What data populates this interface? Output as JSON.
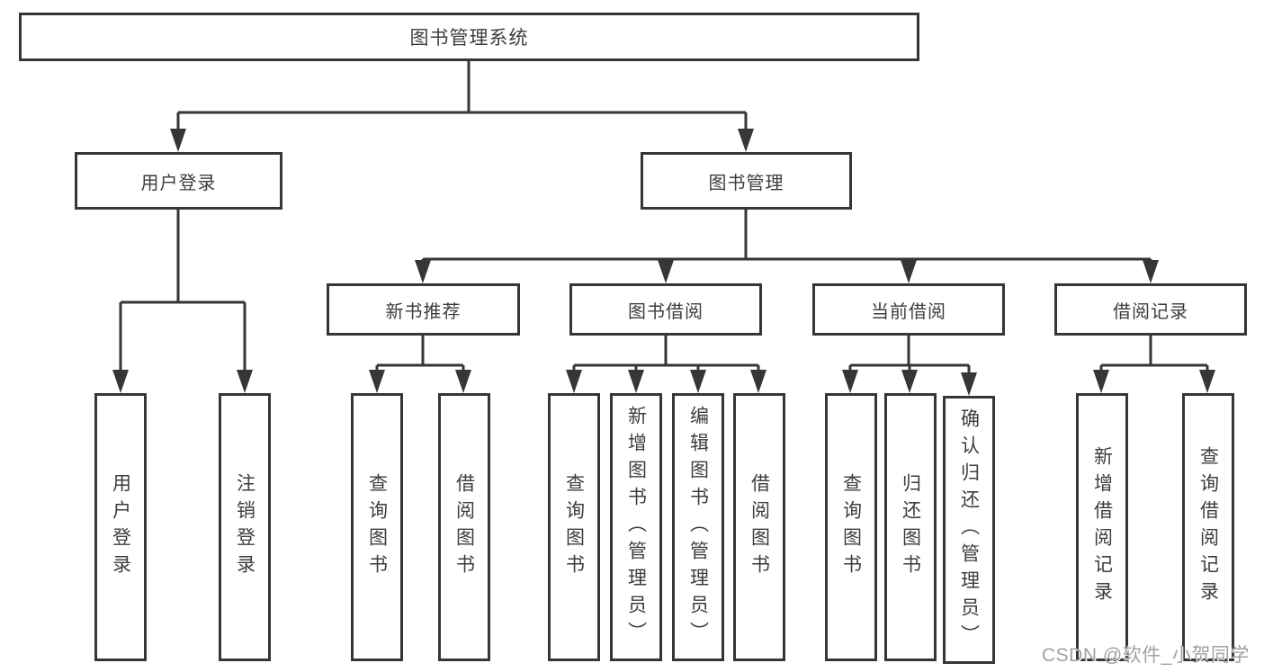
{
  "nodes": {
    "root": {
      "label": "图书管理系统",
      "children": [
        "user_login",
        "book_mgmt"
      ]
    },
    "user_login": {
      "label": "用户登录",
      "children": [
        "login",
        "logout"
      ]
    },
    "book_mgmt": {
      "label": "图书管理",
      "children": [
        "new_book_rec",
        "book_borrow",
        "current_borrow",
        "borrow_records"
      ]
    },
    "new_book_rec": {
      "label": "新书推荐",
      "children": [
        "rec_query",
        "rec_borrow"
      ]
    },
    "book_borrow": {
      "label": "图书借阅",
      "children": [
        "bor_query",
        "bor_add",
        "bor_edit",
        "bor_borrow"
      ]
    },
    "current_borrow": {
      "label": "当前借阅",
      "children": [
        "cur_query",
        "cur_return",
        "cur_confirm"
      ]
    },
    "borrow_records": {
      "label": "借阅记录",
      "children": [
        "recd_add",
        "recd_query"
      ]
    },
    "login": {
      "label": "用户登录"
    },
    "logout": {
      "label": "注销登录"
    },
    "rec_query": {
      "label": "查询图书"
    },
    "rec_borrow": {
      "label": "借阅图书"
    },
    "bor_query": {
      "label": "查询图书"
    },
    "bor_add": {
      "label": "新增图书（管理员）"
    },
    "bor_edit": {
      "label": "编辑图书（管理员）"
    },
    "bor_borrow": {
      "label": "借阅图书"
    },
    "cur_query": {
      "label": "查询图书"
    },
    "cur_return": {
      "label": "归还图书"
    },
    "cur_confirm": {
      "label": "确认归还（管理员）"
    },
    "recd_add": {
      "label": "新增借阅记录"
    },
    "recd_query": {
      "label": "查询借阅记录"
    }
  },
  "watermark": {
    "text": "CSDN @软件_小贺同学"
  },
  "colors": {
    "line": "#363636",
    "box_border": "#363636",
    "text": "#3d3d3d",
    "background": "#ffffff",
    "watermark": "#969696"
  }
}
